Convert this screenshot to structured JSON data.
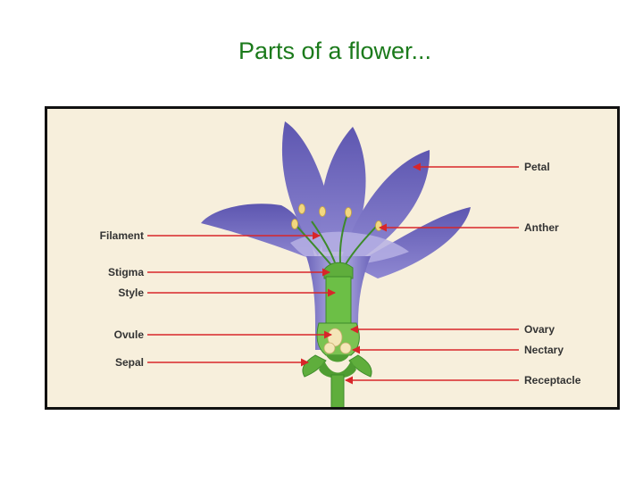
{
  "title": "Parts of a flower...",
  "labels": {
    "petal": "Petal",
    "anther": "Anther",
    "filament": "Filament",
    "stigma": "Stigma",
    "style": "Style",
    "ovule": "Ovule",
    "sepal": "Sepal",
    "ovary": "Ovary",
    "nectary": "Nectary",
    "receptacle": "Receptacle"
  },
  "colors": {
    "title": "#1b7a1b",
    "background": "#f7efdc",
    "petal": "#6a63b8",
    "petal_light": "#a9a3dc",
    "green": "#5fae3c",
    "green_dark": "#3d8a2a",
    "arrow": "#d8262a"
  }
}
